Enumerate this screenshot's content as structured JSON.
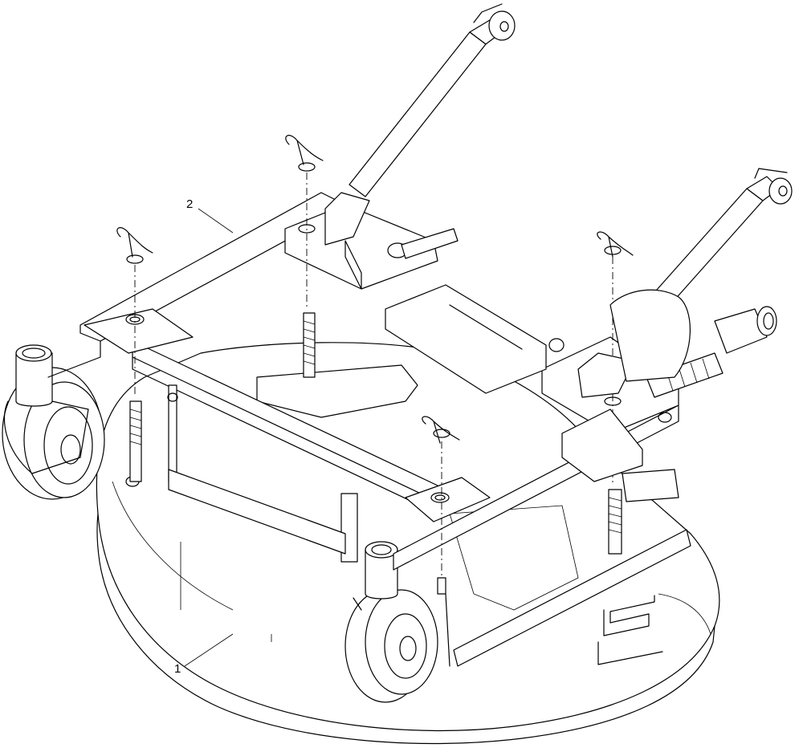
{
  "callouts": [
    {
      "id": "deck",
      "label": "1"
    },
    {
      "id": "frame",
      "label": "2"
    }
  ]
}
